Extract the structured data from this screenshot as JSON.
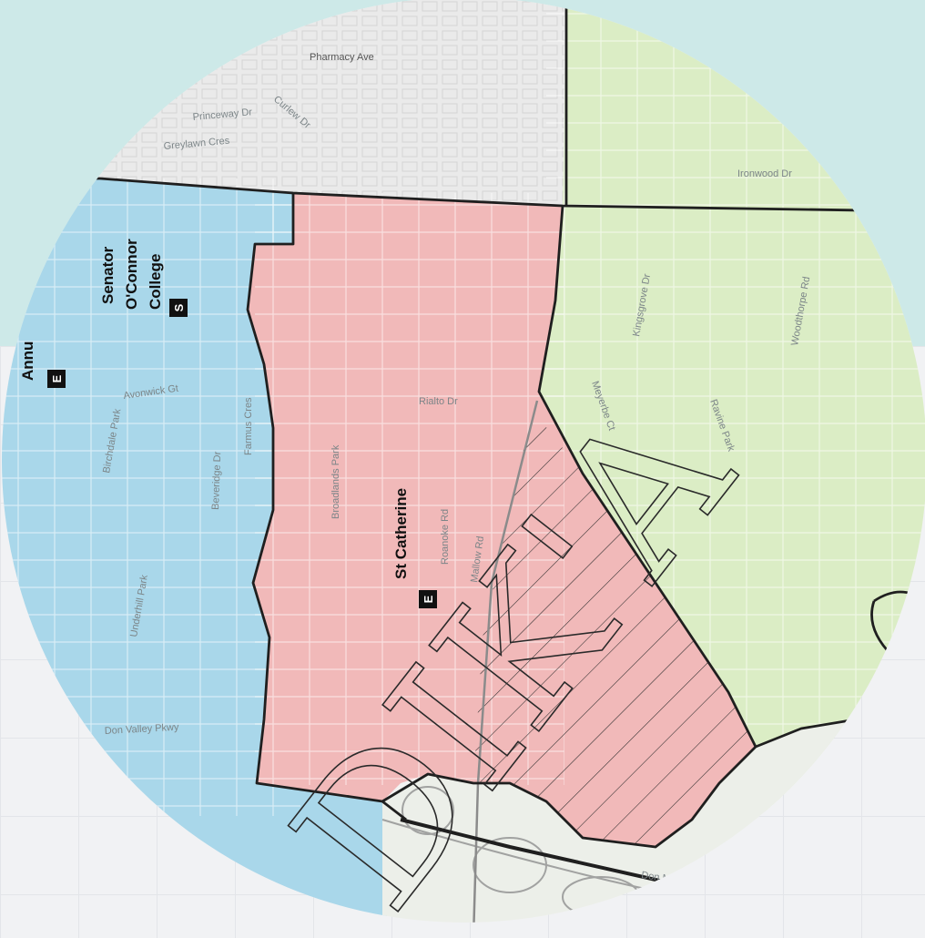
{
  "map": {
    "zones": [
      {
        "id": "senator-oconnor",
        "color": "#a9d7ea"
      },
      {
        "id": "st-catherine",
        "color": "#f1b9b9"
      },
      {
        "id": "north",
        "color": "#eaeaea"
      },
      {
        "id": "east",
        "color": "#dbedc5"
      }
    ],
    "schools": {
      "senator": {
        "lines": [
          "Senator",
          "O'Connor",
          "College"
        ],
        "marker": "S"
      },
      "st_catherine": {
        "name": "St Catherine",
        "marker": "E"
      },
      "annunciation": {
        "name": "Annu",
        "marker": "E"
      }
    },
    "streets": {
      "pharmacy": "Pharmacy Ave",
      "princeway": "Princeway Dr",
      "greylawn": "Greylawn Cres",
      "curlew": "Curlew Dr",
      "ironwood": "Ironwood Dr",
      "avonwick": "Avonwick Gt",
      "rialto": "Rialto Dr",
      "roanoke": "Roanoke Rd",
      "birchdale": "Birchdale Park",
      "beverage": "Beveridge Dr",
      "farmus": "Farmus Cres",
      "underhill": "Underhill Park",
      "donmills": "Don Mills Rd",
      "donvalley": "Don Valley Pkwy",
      "broadlands": "Broadlands Park",
      "mallow": "Mallow Rd",
      "kingsgrove": "Kingsgrove Dr",
      "meyerbe": "Meyerbe Ct",
      "woodthrope": "Woodthorpe Rd",
      "ravine": "Ravine Park"
    },
    "watermark": "DIK'A"
  }
}
